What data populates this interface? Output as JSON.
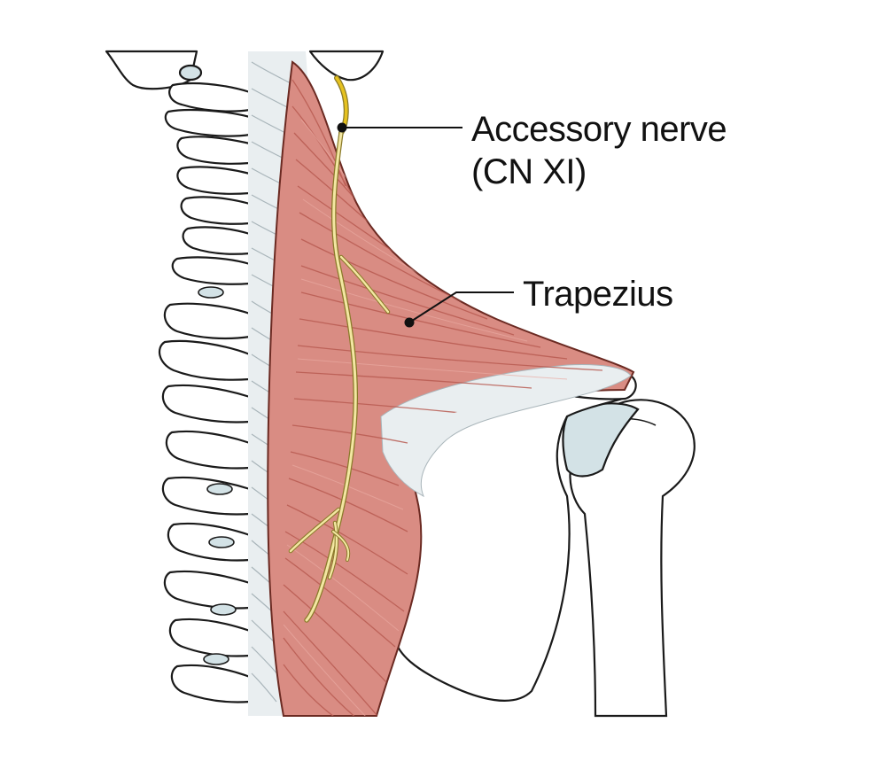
{
  "labels": {
    "accessory_nerve_line1": "Accessory nerve",
    "accessory_nerve_line2": "(CN XI)",
    "trapezius": "Trapezius"
  },
  "colors": {
    "background": "#ffffff",
    "muscle_fill": "#d98c83",
    "muscle_fibers": "#b85b52",
    "muscle_outline": "#6b2a22",
    "tendon_fill": "#e9eef0",
    "tendon_lines": "#a9b5ba",
    "bone_fill": "#ffffff",
    "bone_outline": "#1a1a1a",
    "cartilage_fill": "#d3e2e6",
    "nerve_fill": "#f3e7a2",
    "nerve_outline": "#8a7a2a",
    "nerve_highlight": "#e6c21f",
    "leader_line": "#111111"
  },
  "icons": [
    "vertebral-column",
    "skull-base",
    "scapula",
    "humerus",
    "trapezius-muscle",
    "accessory-nerve"
  ]
}
